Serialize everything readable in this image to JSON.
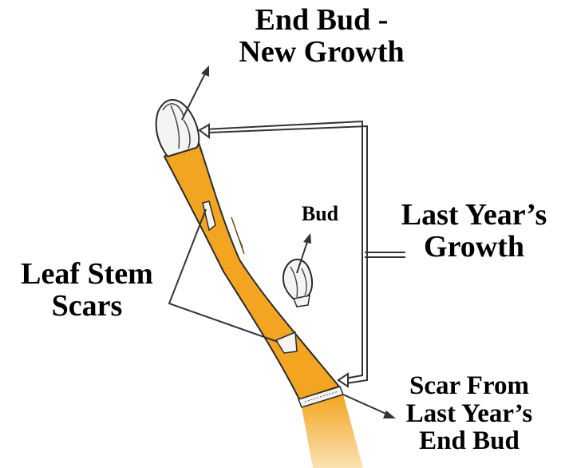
{
  "labels": {
    "end_bud_line1": "End Bud -",
    "end_bud_line2": "New Growth",
    "bud": "Bud",
    "last_years_line1": "Last Year’s",
    "last_years_line2": "Growth",
    "leaf_scars_line1": "Leaf Stem",
    "leaf_scars_line2": "Scars",
    "scar_from_line1": "Scar From",
    "scar_from_line2": "Last Year’s",
    "scar_from_line3": "End Bud"
  },
  "colors": {
    "stem_orange": "#f3a521",
    "stem_light": "#f7c56a",
    "bud_white": "#f4f4f2",
    "ink": "#222222"
  }
}
